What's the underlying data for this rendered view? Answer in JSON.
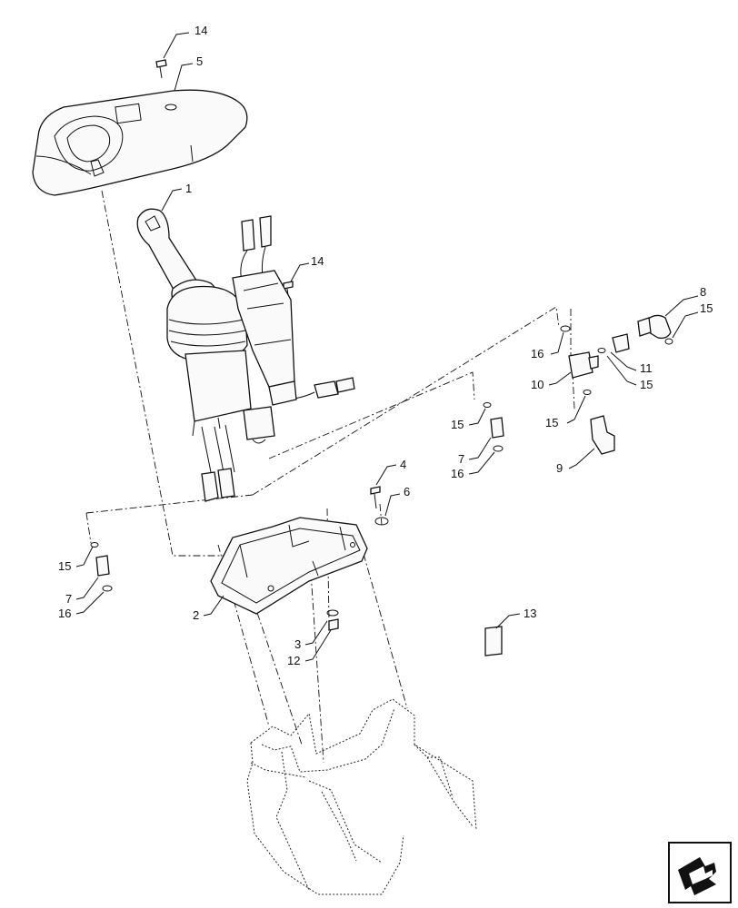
{
  "callouts": [
    {
      "id": "c-14a",
      "label": "14"
    },
    {
      "id": "c-5",
      "label": "5"
    },
    {
      "id": "c-1",
      "label": "1"
    },
    {
      "id": "c-14b",
      "label": "14"
    },
    {
      "id": "c-8",
      "label": "8"
    },
    {
      "id": "c-15a",
      "label": "15"
    },
    {
      "id": "c-16a",
      "label": "16"
    },
    {
      "id": "c-11",
      "label": "11"
    },
    {
      "id": "c-10",
      "label": "10"
    },
    {
      "id": "c-15b",
      "label": "15"
    },
    {
      "id": "c-15c",
      "label": "15"
    },
    {
      "id": "c-15d",
      "label": "15"
    },
    {
      "id": "c-7a",
      "label": "7"
    },
    {
      "id": "c-16b",
      "label": "16"
    },
    {
      "id": "c-9",
      "label": "9"
    },
    {
      "id": "c-4",
      "label": "4"
    },
    {
      "id": "c-6",
      "label": "6"
    },
    {
      "id": "c-15e",
      "label": "15"
    },
    {
      "id": "c-7b",
      "label": "7"
    },
    {
      "id": "c-16c",
      "label": "16"
    },
    {
      "id": "c-2",
      "label": "2"
    },
    {
      "id": "c-13",
      "label": "13"
    },
    {
      "id": "c-3",
      "label": "3"
    },
    {
      "id": "c-12",
      "label": "12"
    }
  ],
  "nav_icon": "next-page-arrow-icon"
}
